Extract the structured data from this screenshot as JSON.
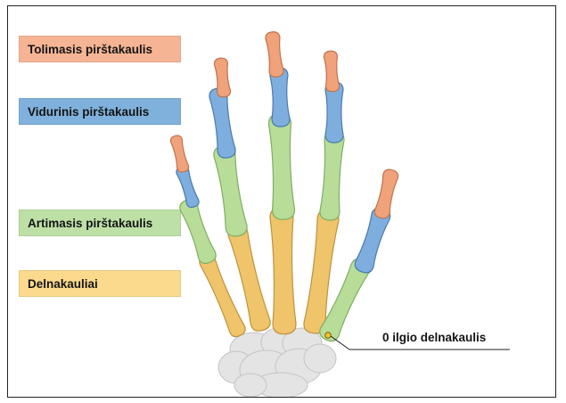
{
  "legend": {
    "distal": {
      "label": "Tolimasis pirštakaulis",
      "color": "#f5b594"
    },
    "middle": {
      "label": "Vidurinis pirštakaulis",
      "color": "#7fb1dc"
    },
    "proximal": {
      "label": "Artimasis pirštakaulis",
      "color": "#bde0a6"
    },
    "metacarpal": {
      "label": "Delnakauliai",
      "color": "#fbd98d"
    }
  },
  "annotation": {
    "zero_metacarpal": "0 ilgio delnakaulis"
  },
  "colors": {
    "distal_fill": "#f0a27a",
    "distal_stroke": "#c07350",
    "middle_fill": "#7eaedd",
    "middle_stroke": "#4a7ab0",
    "proximal_fill": "#b8dd98",
    "proximal_stroke": "#7fae62",
    "metacarpal_fill": "#efc46a",
    "metacarpal_stroke": "#bf9240",
    "carpal_fill": "#e4e4e4",
    "carpal_stroke": "#c4c4c4"
  }
}
